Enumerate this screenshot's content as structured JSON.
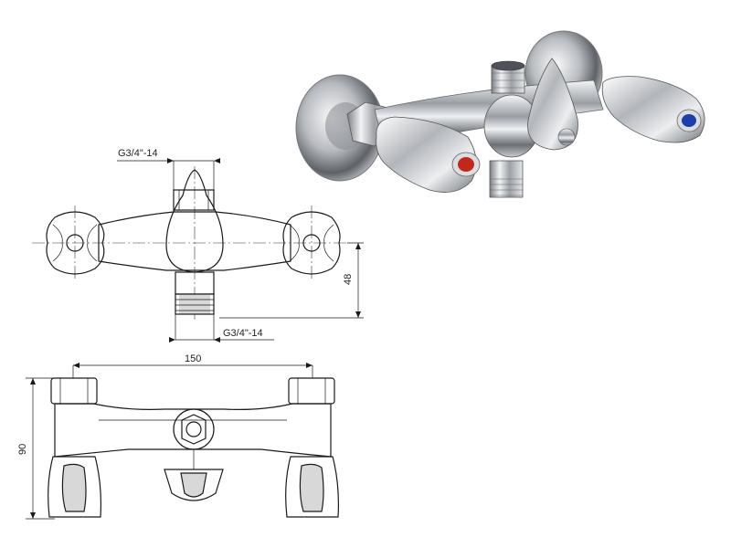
{
  "drawing": {
    "top_view": {
      "top_thread_label": "G3/4\"-14",
      "bottom_thread_label": "G3/4\"-14",
      "height_dim": "48"
    },
    "front_view": {
      "width_dim": "150",
      "height_dim": "90"
    }
  },
  "photo": {
    "hot_color": "#c0281c",
    "cold_color": "#1d3fa8",
    "chrome_color": "#b9bcc2"
  }
}
